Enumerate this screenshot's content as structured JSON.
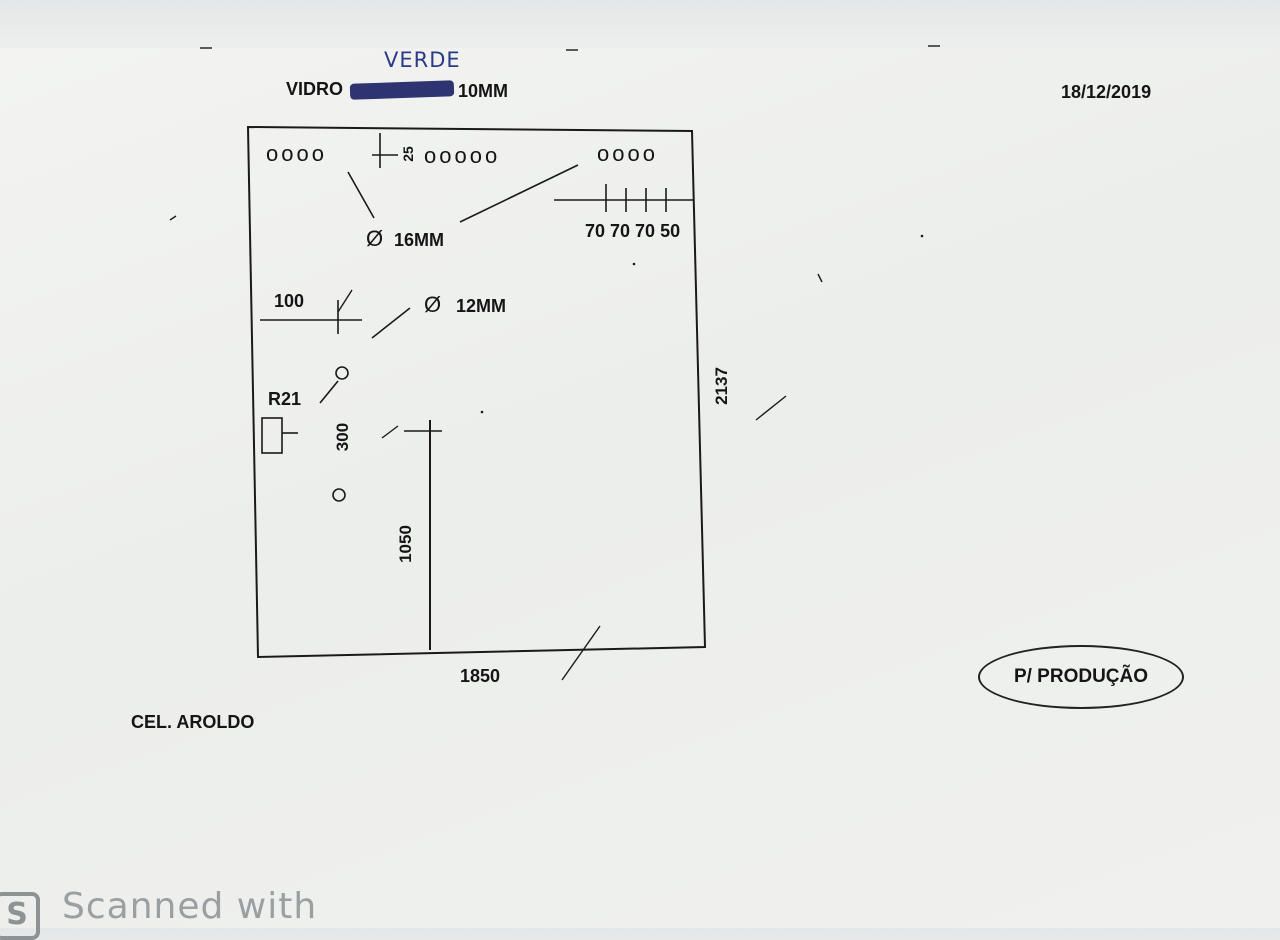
{
  "header": {
    "handwritten_color": "VERDE",
    "material_label": "VIDRO",
    "thickness": "10MM",
    "date": "18/12/2019"
  },
  "drawing": {
    "hole_diameter_large": "16MM",
    "hole_diameter_small": "12MM",
    "diameter_symbol": "Ø",
    "holes_top_left": "oooo",
    "holes_top_middle": "ooooo",
    "holes_top_right": "oooo",
    "dim_top_offset": "25",
    "dim_hole_spacing": "70 70 70 50",
    "dim_left_offset": "100",
    "radius_label": "R21",
    "dim_300": "300",
    "dim_1050": "1050",
    "dim_height": "2137",
    "dim_width": "1850"
  },
  "footer": {
    "customer": "CEL. AROLDO",
    "stamp": "P/ PRODUÇÃO",
    "scanner_watermark": "Scanned with"
  }
}
